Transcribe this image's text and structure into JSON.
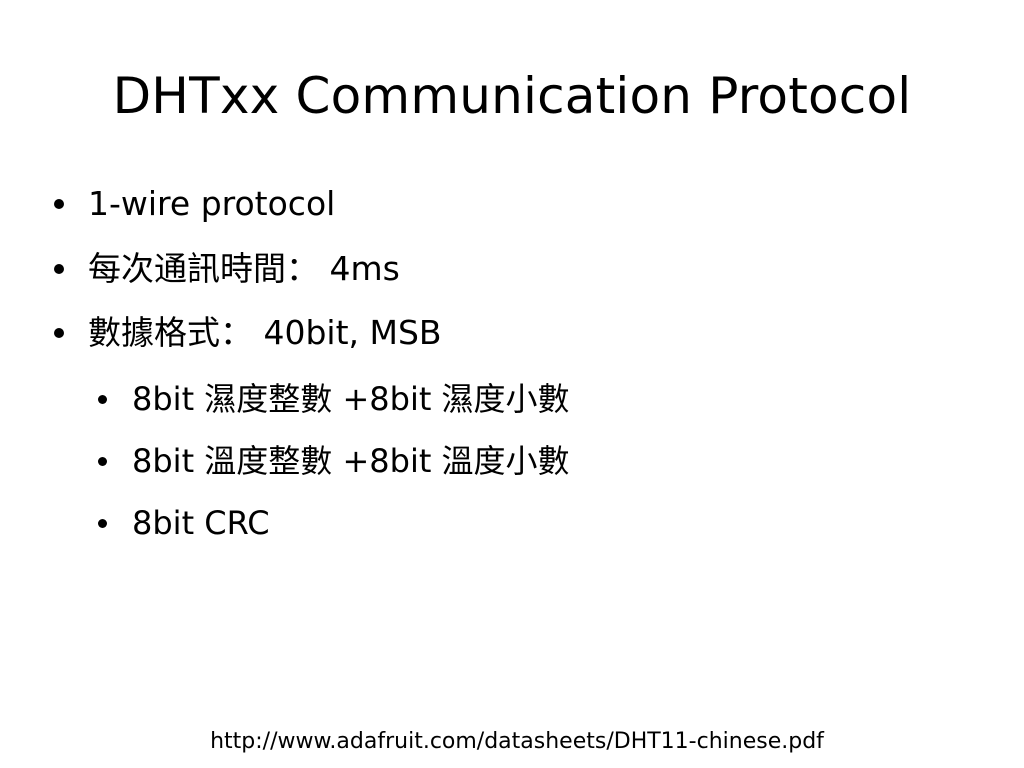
{
  "slide": {
    "title": "DHTxx Communication Protocol",
    "bullets": [
      {
        "text": "1-wire protocol",
        "level": 1
      },
      {
        "text": "每次通訊時間： 4ms",
        "level": 1
      },
      {
        "text": "數據格式： 40bit, MSB",
        "level": 1
      },
      {
        "text": "8bit 濕度整數 +8bit 濕度小數",
        "level": 2
      },
      {
        "text": "8bit 溫度整數 +8bit 溫度小數",
        "level": 2
      },
      {
        "text": "8bit CRC",
        "level": 2
      }
    ],
    "footer_link": "http://www.adafruit.com/datasheets/DHT11-chinese.pdf"
  }
}
